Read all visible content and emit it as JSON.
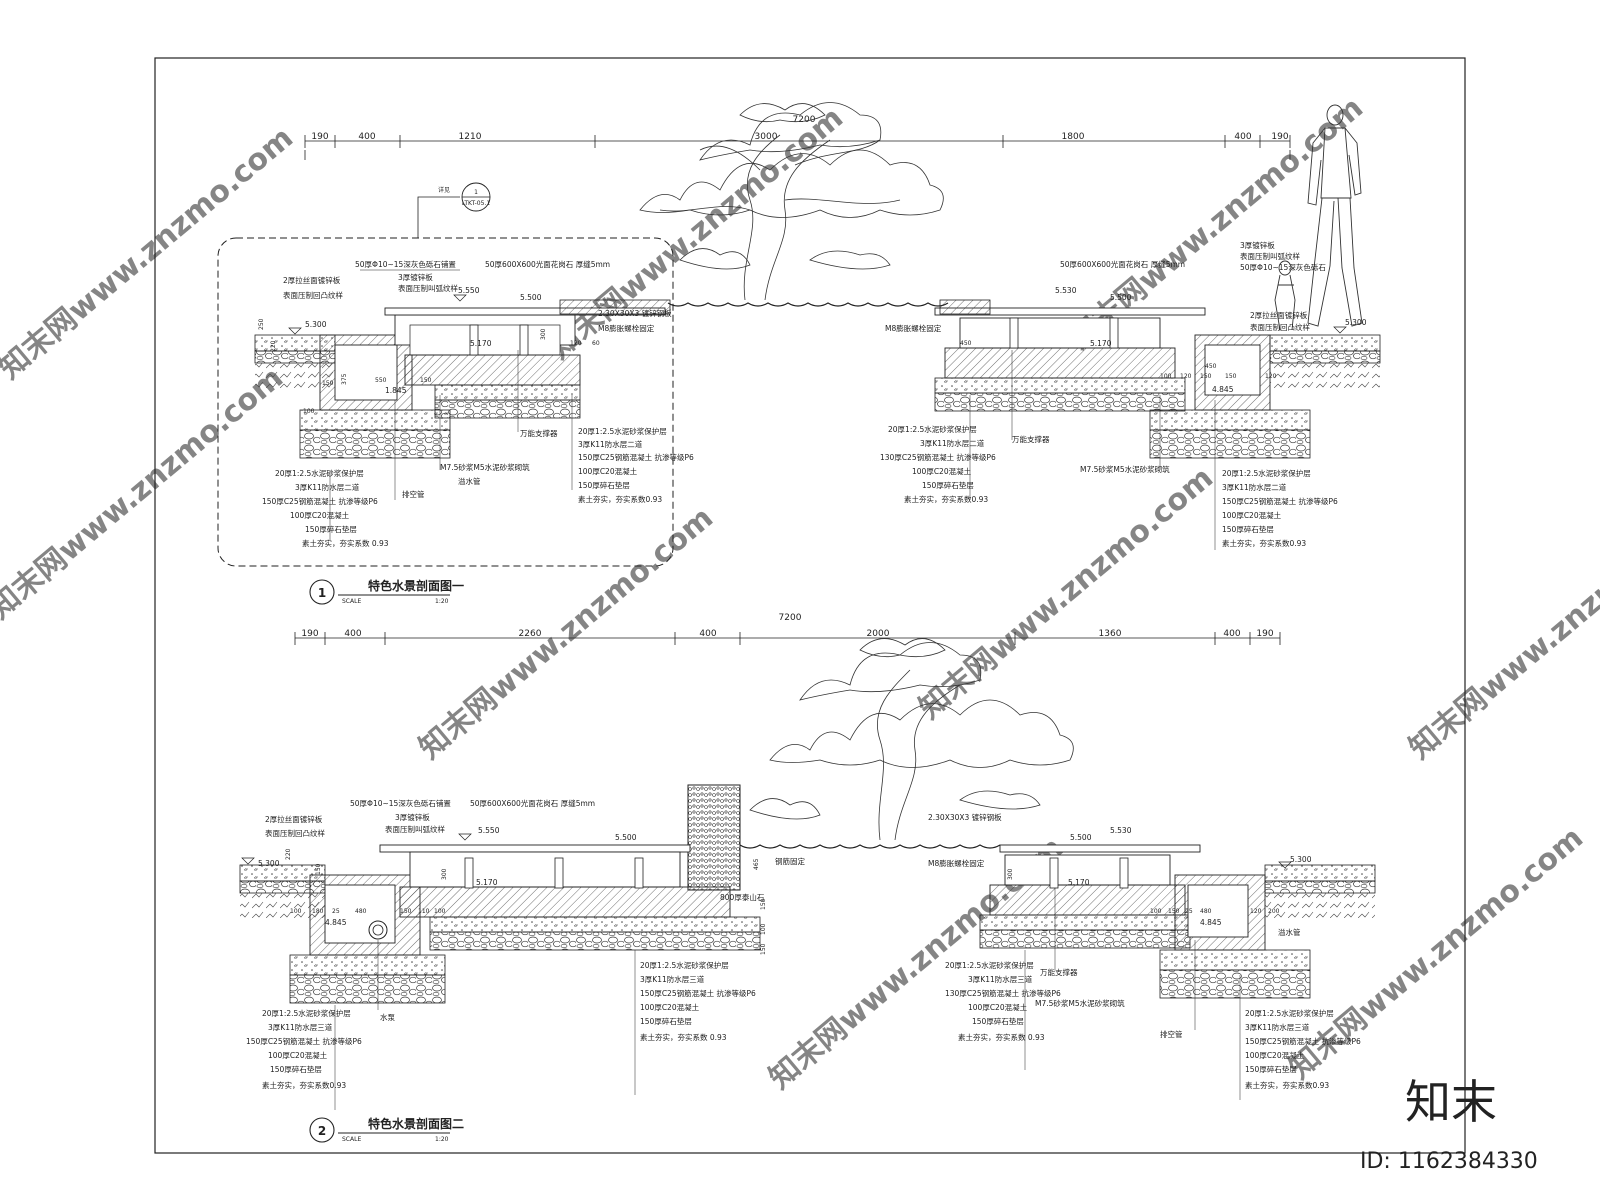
{
  "watermark_text": "知末网www.znzmo.com",
  "brand": {
    "logo": "知末",
    "id_label": "ID: 1162384330"
  },
  "sections": [
    {
      "number": "1",
      "title": "特色水景剖面图一",
      "scale_label": "SCALE",
      "scale_value": "1:20",
      "total_dim": "7200",
      "dims": [
        "190",
        "400",
        "1210",
        "3000",
        "1800",
        "400",
        "190"
      ],
      "callout": {
        "label": "详见",
        "num": "1",
        "ref": "LTKT-05.1"
      },
      "levels": [
        "5.300",
        "5.550",
        "5.500",
        "5.170",
        "1.845",
        "5.530",
        "5.500",
        "5.170",
        "5.300",
        "4.845"
      ],
      "notes_top_left": [
        "50厚Φ10~15深灰色砾石铺置",
        "2厚拉丝面镀锌板",
        "表面压制回凸纹样",
        "3厚镀锌板",
        "表面压制叫弧纹样"
      ],
      "notes_top_mid": [
        "50厚600X600光面花岗石 厚缝5mm",
        "2.30X30X3 镀锌钢板",
        "M8膨胀螺栓固定"
      ],
      "notes_top_right": [
        "50厚600X600光面花岗石 厚缝5mm",
        "3厚镀锌板",
        "表面压制叫弧纹样",
        "50厚Φ10~15深灰色砾石",
        "2厚拉丝面镀锌板",
        "表面压制回凸纹样",
        "M8膨胀螺栓固定"
      ],
      "notes_left": [
        "20厚1:2.5水泥砂浆保护层",
        "3厚K11防水层二道",
        "150厚C25钢筋混凝土 抗渗等级P6",
        "100厚C20混凝土",
        "150厚碎石垫层",
        "素土夯实，夯实系数 0.93"
      ],
      "notes_mid_labels": [
        "M7.5砂浆M5水泥砂浆砌筑",
        "溢水管",
        "排空管",
        "万能支撑器"
      ],
      "notes_mid": [
        "20厚1:2.5水泥砂浆保护层",
        "3厚K11防水层二道",
        "150厚C25钢筋混凝土 抗渗等级P6",
        "100厚C20混凝土",
        "150厚碎石垫层",
        "素土夯实，夯实系数0.93"
      ],
      "notes_right_a": [
        "20厚1:2.5水泥砂浆保护层",
        "3厚K11防水层二道",
        "130厚C25钢筋混凝土 抗渗等级P6",
        "100厚C20混凝土",
        "150厚碎石垫层",
        "素土夯实，夯实系数0.93"
      ],
      "notes_right_labels": [
        "万能支撑器",
        "M7.5砂浆M5水泥砂浆砌筑"
      ],
      "notes_right_b": [
        "20厚1:2.5水泥砂浆保护层",
        "3厚K11防水层二道",
        "150厚C25钢筋混凝土 抗渗等级P6",
        "100厚C20混凝土",
        "150厚碎石垫层",
        "素土夯实，夯实系数0.93"
      ],
      "small_dims_left": [
        "250",
        "220",
        "150",
        "375",
        "100",
        "150",
        "550",
        "150",
        "120",
        "60"
      ],
      "small_dims_right": [
        "150",
        "450",
        "100",
        "120",
        "150",
        "25",
        "100",
        "150",
        "120",
        "300"
      ]
    },
    {
      "number": "2",
      "title": "特色水景剖面图二",
      "scale_label": "SCALE",
      "scale_value": "1:20",
      "total_dim": "7200",
      "dims": [
        "190",
        "400",
        "2260",
        "400",
        "2000",
        "1360",
        "400",
        "190"
      ],
      "levels": [
        "5.300",
        "5.550",
        "5.500",
        "5.170",
        "4.845",
        "5.530",
        "5.500",
        "5.170",
        "5.300",
        "4.845"
      ],
      "notes_top_left": [
        "50厚Φ10~15深灰色砾石铺置",
        "2厚拉丝面镀锌板",
        "表面压制回凸纹样",
        "3厚镀锌板",
        "表面压制叫弧纹样"
      ],
      "notes_top_mid": [
        "50厚600X600光面花岗石 厚缝5mm"
      ],
      "notes_top_right": [
        "2.30X30X3 镀锌钢板",
        "M8膨胀螺栓固定"
      ],
      "notes_mid_labels": [
        "钢筋固定",
        "800厚泰山石",
        "水泵",
        "万能支撑器",
        "M7.5砂浆M5水泥砂浆砌筑",
        "溢水管",
        "排空管"
      ],
      "notes_left": [
        "20厚1:2.5水泥砂浆保护层",
        "3厚K11防水层三道",
        "150厚C25钢筋混凝土 抗渗等级P6",
        "100厚C20混凝土",
        "150厚碎石垫层",
        "素土夯实，夯实系数0.93"
      ],
      "notes_mid": [
        "20厚1:2.5水泥砂浆保护层",
        "3厚K11防水层三道",
        "150厚C25钢筋混凝土 抗渗等级P6",
        "100厚C20混凝土",
        "150厚碎石垫层",
        "素土夯实，夯实系数 0.93"
      ],
      "notes_right_a": [
        "20厚1:2.5水泥砂浆保护层",
        "3厚K11防水层三道",
        "130厚C25钢筋混凝土 抗渗等级P6",
        "100厚C20混凝土",
        "150厚碎石垫层",
        "素土夯实，夯实系数 0.93"
      ],
      "notes_right_b": [
        "20厚1:2.5水泥砂浆保护层",
        "3厚K11防水层三道",
        "150厚C25钢筋混凝土 抗渗等级P6",
        "100厚C20混凝土",
        "150厚碎石垫层",
        "素土夯实，夯实系数0.93"
      ],
      "small_dims_left": [
        "220",
        "150",
        "100",
        "180",
        "25",
        "480",
        "150",
        "110",
        "100"
      ],
      "small_dims_right": [
        "150",
        "300",
        "100",
        "480",
        "150",
        "100",
        "150",
        "25",
        "150",
        "120",
        "200"
      ],
      "stone_dims": [
        "465",
        "150",
        "100",
        "150"
      ]
    }
  ]
}
